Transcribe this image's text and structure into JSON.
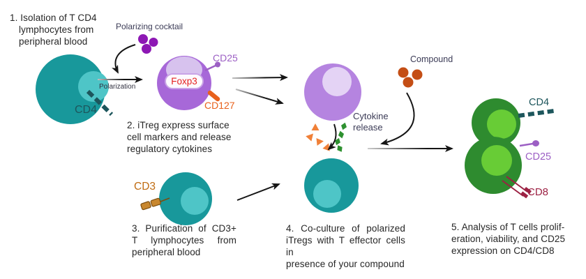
{
  "palette": {
    "teal": "#18989b",
    "teal-light": "#4ec5c7",
    "teal-dark": "#1d565c",
    "purple-cell": "#a768d8",
    "purple-pale": "#d7c2ee",
    "purple-cell2": "#b584e0",
    "purple-pale2": "#e4d3f5",
    "purple-vivid": "#8d18b4",
    "purple-mid": "#9c5fc4",
    "purple-border": "#c9a4e6",
    "orange": "#e8611c",
    "orange-light": "#f08038",
    "rust": "#c44e15",
    "brown": "#c8872e",
    "brown-dark": "#7c4d0e",
    "brown-text": "#c06c12",
    "green-dark": "#2e8b2f",
    "green-bright": "#68cc36",
    "green-mid": "#2e9130",
    "maroon": "#9c2143",
    "navy": "#3a3a55",
    "ink": "#151515",
    "text": "#262626",
    "foxp3-red": "#e52320"
  },
  "step1": {
    "line1": "1. Isolation of T CD4",
    "line2": "lymphocytes from",
    "line3": "peripheral blood",
    "cd4_label": "CD4"
  },
  "polarizing": {
    "cocktail_label": "Polarizing cocktail",
    "arrow_label": "Polarization"
  },
  "step2": {
    "line1": "2. iTreg express surface",
    "line2": "cell markers and release",
    "line3": "regulatory cytokines",
    "foxp3_label": "Foxp3",
    "cd25_label": "CD25",
    "cd127_label": "CD127"
  },
  "step3": {
    "line1": "3. Purification of CD3+",
    "line2": "T lymphocytes from",
    "line3": "peripheral blood",
    "cd3_label": "CD3"
  },
  "step4": {
    "line1": "4. Co-culture of polarized",
    "line2": "iTregs with T effector cells in",
    "line3": "presence of your compound",
    "cytokine_label_line1": "Cytokine",
    "cytokine_label_line2": "release",
    "compound_label": "Compound"
  },
  "step5": {
    "line1": "5. Analysis of T cells prolif-",
    "line2": "eration, viability, and CD25",
    "line3": "expression on CD4/CD8",
    "cd4_label": "CD4",
    "cd25_label": "CD25",
    "cd8_label": "CD8"
  }
}
